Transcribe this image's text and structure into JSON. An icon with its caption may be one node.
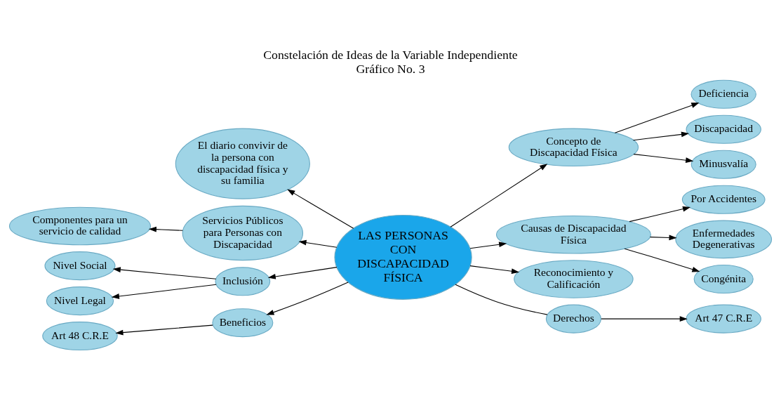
{
  "diagram": {
    "title": "Constelación de Ideas de la Variable Independiente",
    "caption": "Gráfico No. 3",
    "nodes": [
      {
        "text": [
          "LAS PERSONAS CON DISCAPACIDAD FÍSICA"
        ]
      },
      {
        "text": [
          "Concepto de Discapacidad Física"
        ]
      },
      {
        "text": [
          "Deficiencia"
        ]
      },
      {
        "text": [
          "Discapacidad"
        ]
      },
      {
        "text": [
          "Minusvalía"
        ]
      },
      {
        "text": [
          "El diario convivir de la persona con discapacidad física y su familia"
        ]
      },
      {
        "text": [
          "Componentes para un servicio de calidad"
        ]
      },
      {
        "text": [
          "Servicios Públicos para Personas con Discapacidad"
        ]
      },
      {
        "text": [
          "Causas de Discapacidad Física"
        ]
      },
      {
        "text": [
          "Por Accidentes"
        ]
      },
      {
        "text": [
          "Enfermedades Degenerativas"
        ]
      },
      {
        "text": [
          "Congénita"
        ]
      },
      {
        "text": [
          "Inclusión"
        ]
      },
      {
        "text": [
          "Nivel Social"
        ]
      },
      {
        "text": [
          "Nivel Legal"
        ]
      },
      {
        "text": [
          "Beneficios"
        ]
      },
      {
        "text": [
          "Art 48 C.R.E"
        ]
      },
      {
        "text": [
          "Reconocimiento y Calificación"
        ]
      },
      {
        "text": [
          "Derechos"
        ]
      },
      {
        "text": [
          "Art 47 C.R.E"
        ]
      }
    ],
    "edges": [
      {
        "from": 0,
        "to": 1,
        "arrow": "to"
      },
      {
        "from": 1,
        "to": 2,
        "arrow": "to"
      },
      {
        "from": 1,
        "to": 3,
        "arrow": "to"
      },
      {
        "from": 1,
        "to": 4,
        "arrow": "to"
      },
      {
        "from": 0,
        "to": 5,
        "arrow": "to"
      },
      {
        "from": 0,
        "to": 7,
        "arrow": "to"
      },
      {
        "from": 7,
        "to": 6,
        "arrow": "to"
      },
      {
        "from": 0,
        "to": 8,
        "arrow": "to"
      },
      {
        "from": 8,
        "to": 11,
        "arrow": "to"
      },
      {
        "from": 8,
        "to": 9,
        "arrow": "to"
      },
      {
        "from": 8,
        "to": 10,
        "arrow": "to"
      },
      {
        "from": 0,
        "to": 12,
        "arrow": "to"
      },
      {
        "from": 12,
        "to": 13,
        "arrow": "to"
      },
      {
        "from": 12,
        "to": 14,
        "arrow": "to"
      },
      {
        "from": 0,
        "to": 15,
        "arrow": "to"
      },
      {
        "from": 15,
        "to": 16,
        "arrow": "to"
      },
      {
        "from": 0,
        "to": 17,
        "arrow": "to"
      },
      {
        "from": 0,
        "to": 18,
        "arrow": "none"
      },
      {
        "from": 18,
        "to": 19,
        "arrow": "to"
      }
    ]
  }
}
